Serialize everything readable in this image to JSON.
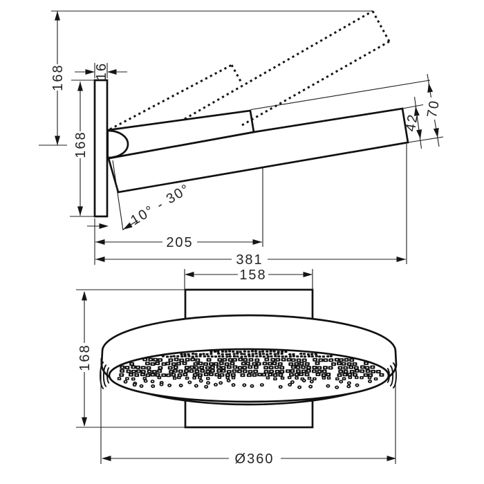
{
  "side_view": {
    "dim_arm_rise": "168",
    "dim_plate_height": "168",
    "dim_plate_thickness": "16",
    "dim_head_thickness": "42",
    "dim_head_depth": "70",
    "dim_tilt_range": "10° - 30°",
    "dim_projection_pivot": "205",
    "dim_projection_total": "381"
  },
  "bottom_view": {
    "dim_bracket_width": "158",
    "dim_bracket_depth": "168",
    "dim_head_diameter": "Ø360"
  }
}
